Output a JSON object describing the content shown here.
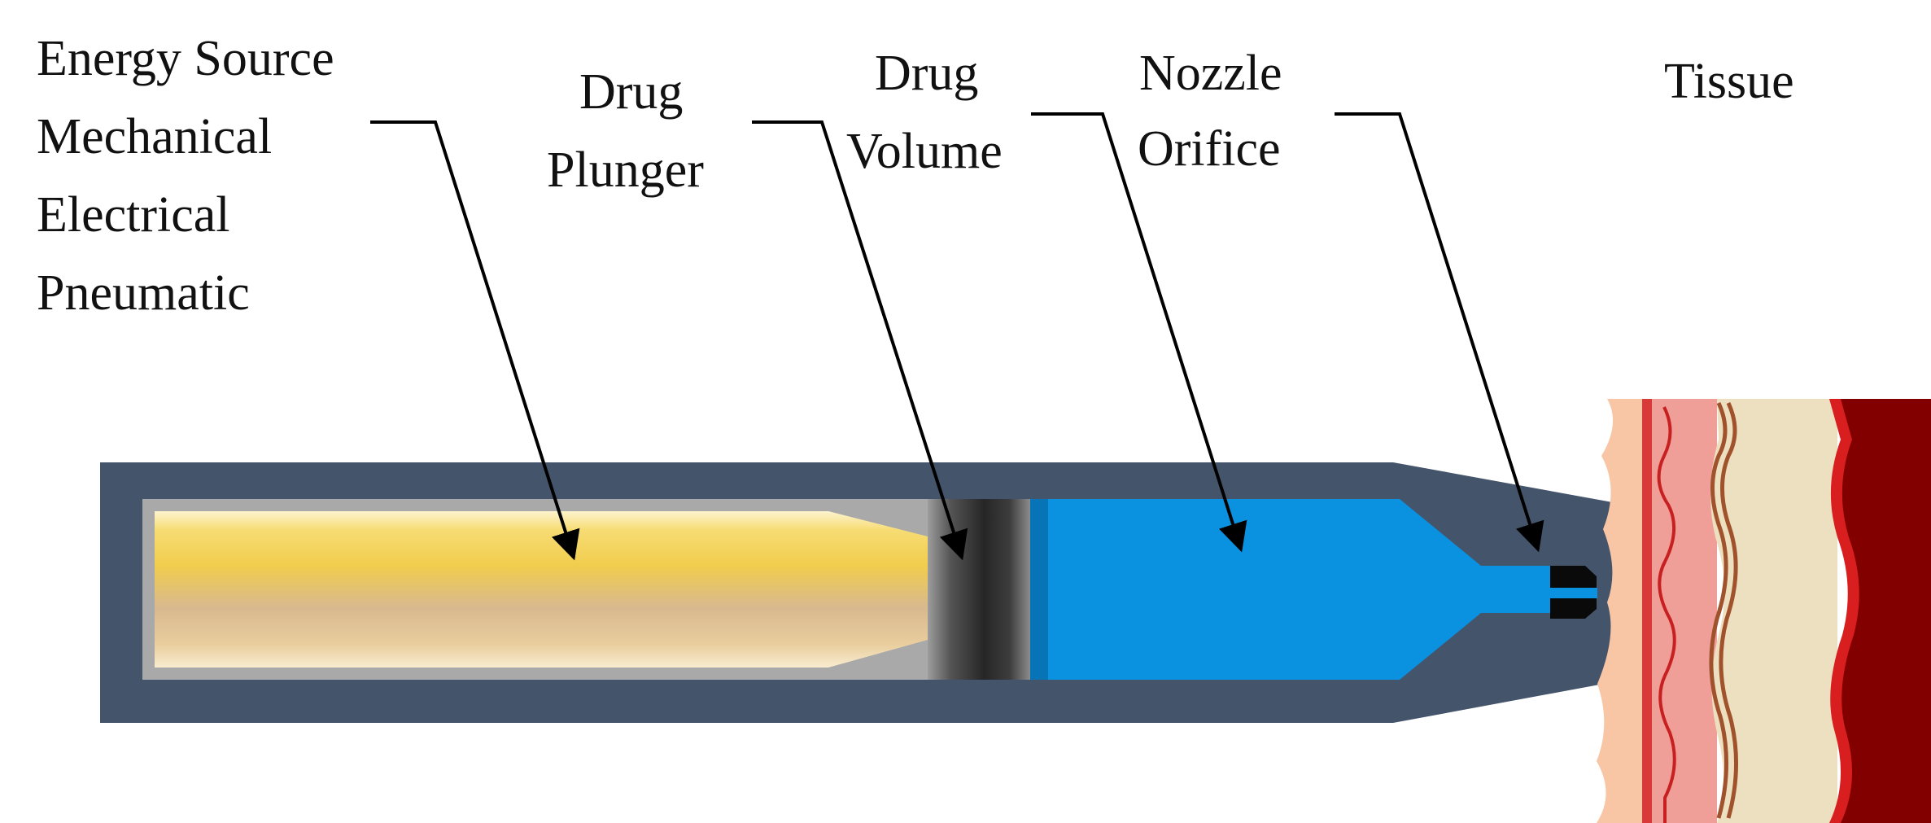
{
  "labels": {
    "energy_source": [
      "Energy Source",
      "Mechanical",
      "Electrical",
      "Pneumatic"
    ],
    "drug_plunger": [
      "Drug",
      "Plunger"
    ],
    "drug_volume": [
      "Drug",
      "Volume"
    ],
    "nozzle_orifice": [
      "Nozzle",
      "Orifice"
    ],
    "tissue": "Tissue"
  },
  "colors": {
    "housing": "#44546a",
    "energy_cartridge": "#f2cf4f",
    "energy_cartridge_shade": "#d7b88b",
    "plunger": "#3a3a3a",
    "drug": "#0a91e0",
    "nozzle_tip": "#0a0a0a",
    "tissue_epidermis": "#f8c6a5",
    "tissue_dermis": "#ef9e98",
    "tissue_fat": "#ede0c0",
    "tissue_muscle": "#820000"
  }
}
